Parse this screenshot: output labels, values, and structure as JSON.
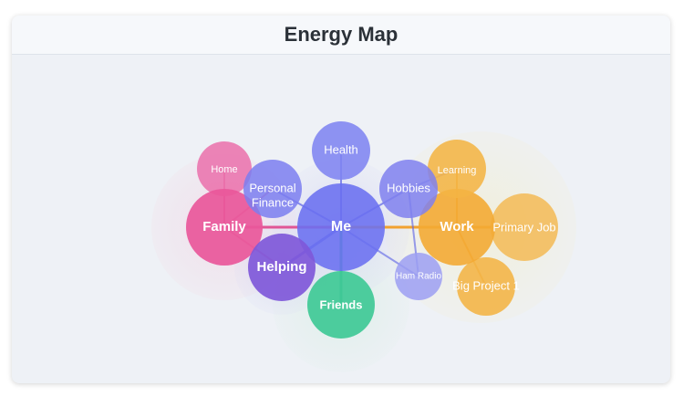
{
  "title": "Energy Map",
  "nodes": {
    "me": {
      "label": "Me",
      "color": "#6a6ff0"
    },
    "family": {
      "label": "Family",
      "color": "#e9579a"
    },
    "home": {
      "label": "Home",
      "color": "#ea73ad"
    },
    "personal_finance": {
      "label_line1": "Personal",
      "label_line2": "Finance",
      "color": "#7b7ef0"
    },
    "health": {
      "label": "Health",
      "color": "#7f84f1"
    },
    "helping": {
      "label": "Helping",
      "color": "#7f58d9"
    },
    "friends": {
      "label": "Friends",
      "color": "#3fc996"
    },
    "hobbies": {
      "label": "Hobbies",
      "color": "#7f80ee"
    },
    "ham_radio": {
      "label": "Ham Radio",
      "color": "#9c9ff2"
    },
    "work": {
      "label": "Work",
      "color": "#f3aa34"
    },
    "learning": {
      "label": "Learning",
      "color": "#f4b444"
    },
    "primary_job": {
      "label": "Primary Job",
      "color": "#f3ba55"
    },
    "big_project": {
      "label": "Big Project 1",
      "color": "#f3b548"
    }
  },
  "colors": {
    "family_link": "#e0478c",
    "work_link": "#f39a1c",
    "me_link": "#5a60e6",
    "friends_link": "#2fbf8a"
  }
}
